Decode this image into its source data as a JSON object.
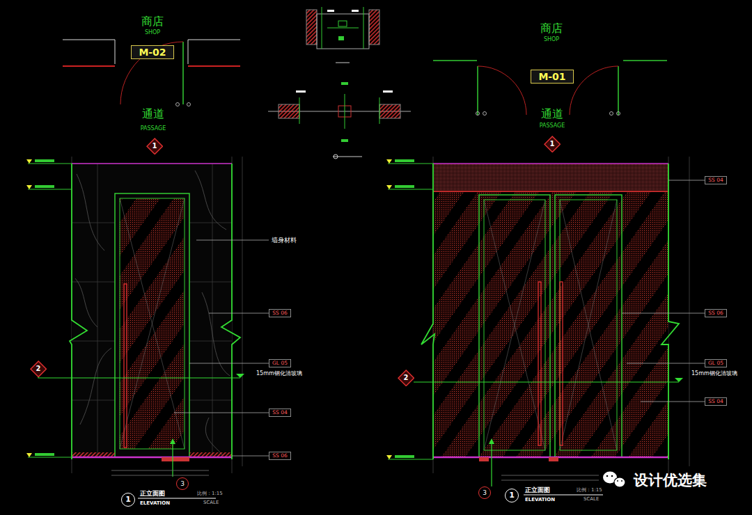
{
  "diagram": {
    "nodes": [
      {
        "text": [
          "M-02"
        ]
      },
      {
        "text": [
          "M-01"
        ]
      },
      {
        "text": [
          "1"
        ]
      },
      {
        "text": [
          "1"
        ]
      },
      {
        "text": [
          "2"
        ]
      },
      {
        "text": [
          "2"
        ]
      },
      {
        "text": [
          "3"
        ]
      },
      {
        "text": [
          "3"
        ]
      },
      {
        "text": [
          "1"
        ]
      },
      {
        "text": [
          "1"
        ]
      },
      {
        "text": [
          "SS 06"
        ]
      },
      {
        "text": [
          "GL 05"
        ]
      },
      {
        "text": [
          "SS 04"
        ]
      },
      {
        "text": [
          "SS 06"
        ]
      },
      {
        "text": [
          "SS 04"
        ]
      },
      {
        "text": [
          "SS 06"
        ]
      },
      {
        "text": [
          "GL 05"
        ]
      },
      {
        "text": [
          "SS 04"
        ]
      }
    ],
    "labels": [
      "商店",
      "SHOP",
      "通道",
      "PASSAGE",
      "商店",
      "SHOP",
      "通道",
      "PASSAGE",
      "墙身材料",
      "15mm钢化清玻璃",
      "正立面图",
      "ELEVATION",
      "比例：1:15",
      "SCALE",
      "15mm钢化清玻璃",
      "正立面图",
      "ELEVATION",
      "比例：1:15",
      "SCALE",
      "设计优选集"
    ]
  }
}
